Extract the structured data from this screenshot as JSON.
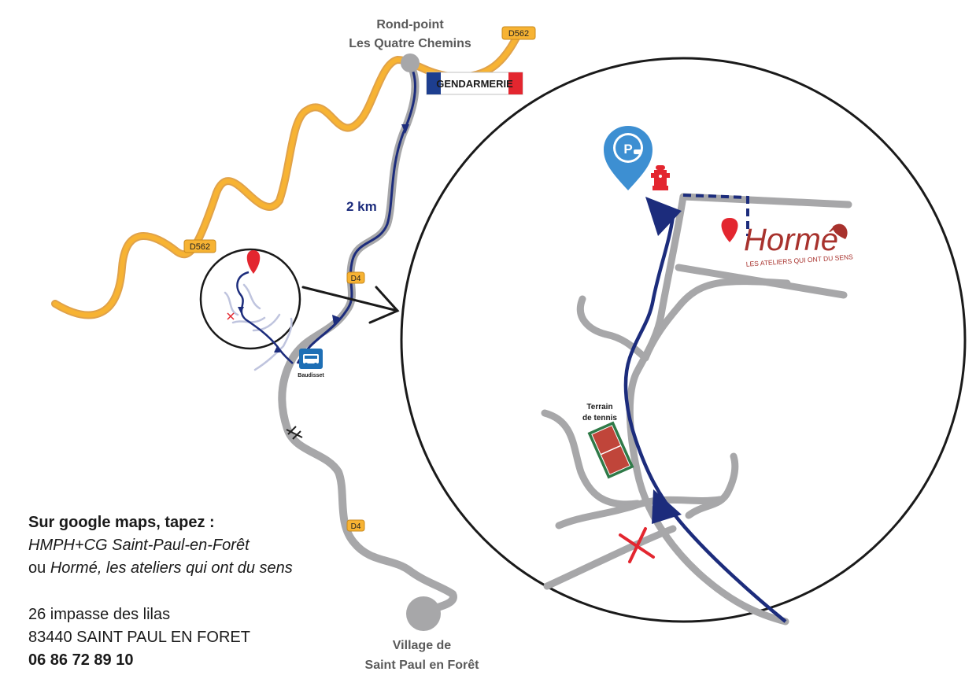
{
  "places": {
    "roundabout_line1": "Rond-point",
    "roundabout_line2": "Les Quatre Chemins",
    "village_line1": "Village de",
    "village_line2": "Saint Paul en Forêt",
    "gendarmerie": "GENDARMERIE",
    "bus_stop": "Baudisset",
    "tennis_line1": "Terrain",
    "tennis_line2": "de tennis"
  },
  "roads": {
    "d562_a": "D562",
    "d562_b": "D562",
    "d4_a": "D4",
    "d4_b": "D4"
  },
  "distance": "2 km",
  "brand": {
    "name": "Hormé",
    "tagline": "LES ATELIERS QUI ONT DU SENS"
  },
  "parking": {
    "symbol": "P"
  },
  "info": {
    "heading": "Sur google maps, tapez :",
    "search1": "HMPH+CG Saint-Paul-en-Forêt",
    "or_word": "ou",
    "search2": "Hormé, les ateliers qui ont du sens",
    "street": "26 impasse des lilas",
    "city": "83440 SAINT PAUL EN FORET",
    "phone": "06 86 72 89 10"
  },
  "colors": {
    "road_orange": "#f5a623",
    "road_gray": "#a7a7a9",
    "route_blue": "#1c2c7c",
    "pin_red": "#e3262f",
    "parking_blue": "#3d8fd2",
    "brand_red": "#a8322d"
  }
}
